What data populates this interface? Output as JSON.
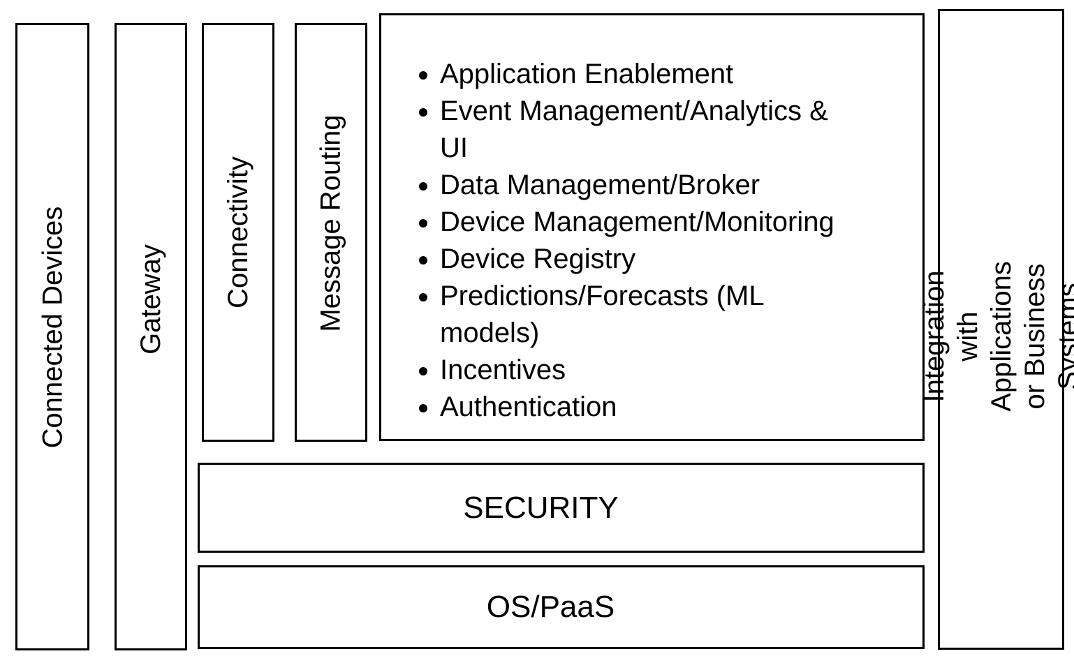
{
  "columns": [
    {
      "label": "Connected Devices"
    },
    {
      "label": "Gateway"
    },
    {
      "label": "Connectivity"
    },
    {
      "label": "Message Routing"
    }
  ],
  "platform": {
    "items": [
      "Application Enablement",
      "Event Management/Analytics &\nUI",
      "Data Management/Broker",
      "Device Management/Monitoring",
      "Device Registry",
      "Predictions/Forecasts (ML\nmodels)",
      "Incentives",
      "Authentication"
    ]
  },
  "layers": {
    "security": "SECURITY",
    "os_paas": "OS/PaaS"
  },
  "integration": {
    "label": "Integration with Applications\nor Business Systems"
  },
  "colors": {
    "background": "#ffffff",
    "border": "#000000",
    "text": "#000000"
  }
}
